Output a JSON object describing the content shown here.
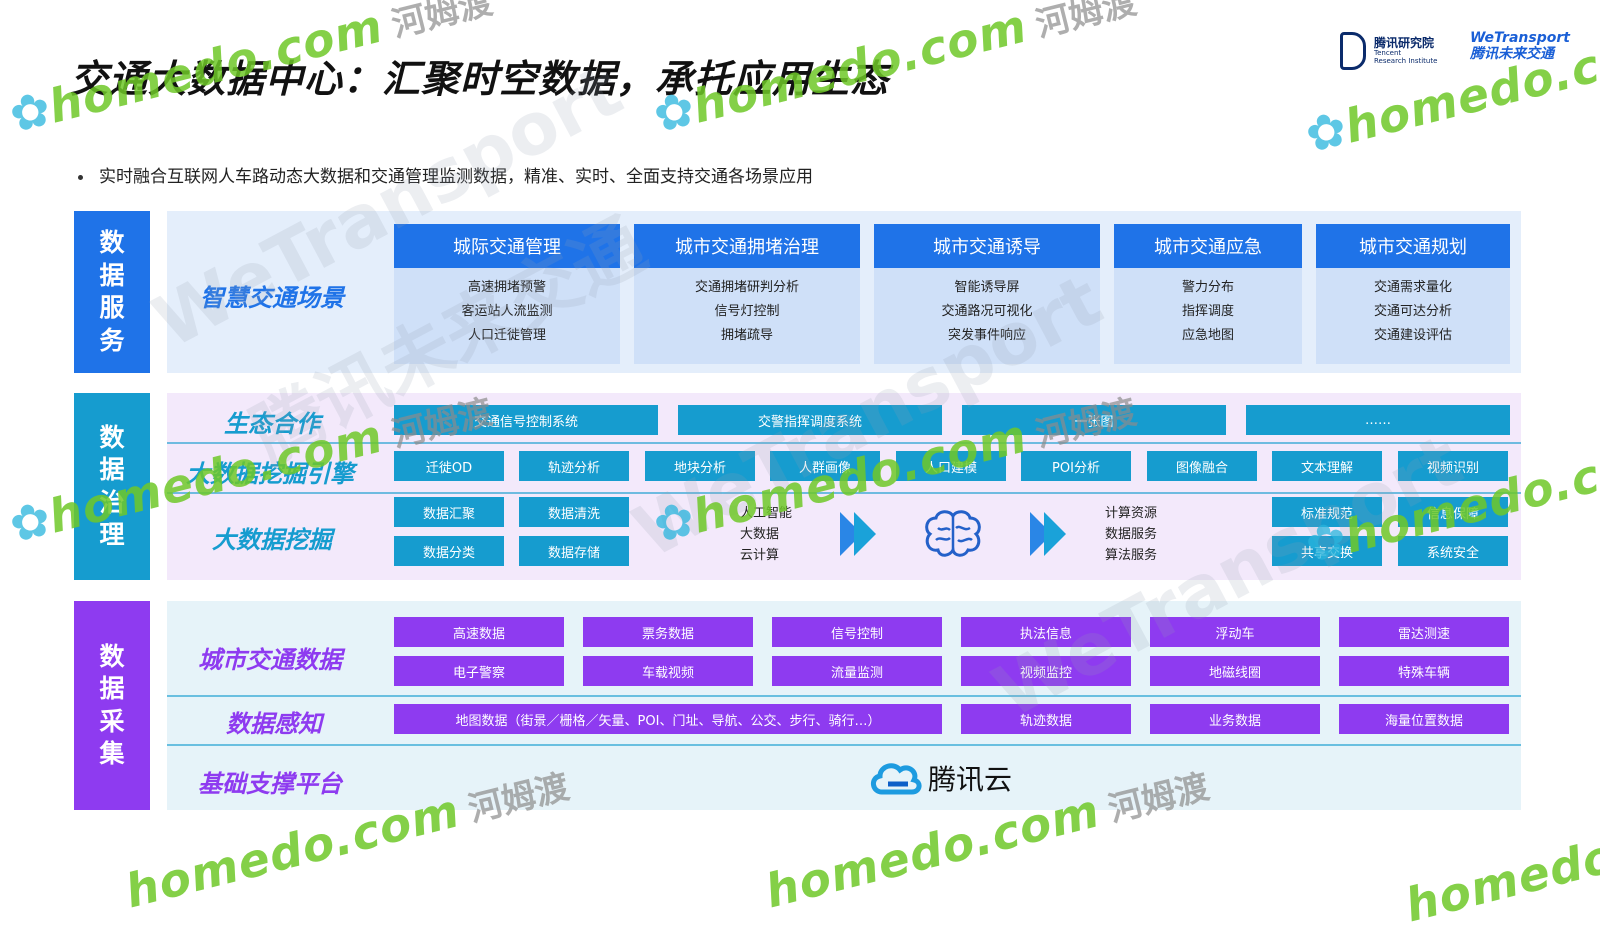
{
  "title": "交通大数据中心：汇聚时空数据，承托应用生态",
  "subtitle": "实时融合互联网人车路动态大数据和交通管理监测数据，精准、实时、全面支持交通各场景应用",
  "logos": {
    "tencent_ri_cn": "腾讯研究院",
    "tencent_ri_en1": "Tencent",
    "tencent_ri_en2": "Research Institute",
    "wetransport_en": "WeTransport",
    "wetransport_cn": "腾讯未来交通"
  },
  "layers": {
    "service": {
      "side": [
        "数",
        "据",
        "服",
        "务"
      ],
      "label": "智慧交通场景",
      "color": "#1f73e8",
      "scenes": [
        {
          "head": "城际交通管理",
          "items": [
            "高速拥堵预警",
            "客运站人流监测",
            "人口迁徙管理"
          ]
        },
        {
          "head": "城市交通拥堵治理",
          "items": [
            "交通拥堵研判分析",
            "信号灯控制",
            "拥堵疏导"
          ]
        },
        {
          "head": "城市交通诱导",
          "items": [
            "智能诱导屏",
            "交通路况可视化",
            "突发事件响应"
          ]
        },
        {
          "head": "城市交通应急",
          "items": [
            "警力分布",
            "指挥调度",
            "应急地图"
          ]
        },
        {
          "head": "城市交通规划",
          "items": [
            "交通需求量化",
            "交通可达分析",
            "交通建设评估"
          ]
        }
      ]
    },
    "governance": {
      "side": [
        "数",
        "据",
        "治",
        "理"
      ],
      "color": "#169ccf",
      "eco_label": "生态合作",
      "eco_items": [
        "交通信号控制系统",
        "交警指挥调度系统",
        "一张图",
        "……"
      ],
      "engine_label": "大数据挖掘引擎",
      "engine_items": [
        "迁徙OD",
        "轨迹分析",
        "地块分析",
        "人群画像",
        "人口建模",
        "POI分析",
        "图像融合",
        "文本理解",
        "视频识别"
      ],
      "mining_label": "大数据挖掘",
      "mining_left": [
        "数据汇聚",
        "数据清洗",
        "数据分类",
        "数据存储"
      ],
      "mining_mid_left": [
        "人工智能",
        "大数据",
        "云计算"
      ],
      "mining_mid_right": [
        "计算资源",
        "数据服务",
        "算法服务"
      ],
      "mining_right": [
        "标准规范",
        "信息保障",
        "共享交换",
        "系统安全"
      ]
    },
    "collection": {
      "side": [
        "数",
        "据",
        "采",
        "集"
      ],
      "color": "#8e3bf0",
      "city_label": "城市交通数据",
      "city_items": [
        "高速数据",
        "票务数据",
        "信号控制",
        "执法信息",
        "浮动车",
        "雷达测速",
        "电子警察",
        "车载视频",
        "流量监测",
        "视频监控",
        "地磁线圈",
        "特殊车辆"
      ],
      "sense_label": "数据感知",
      "sense_items": [
        "地图数据（街景／栅格／矢量、POI、门址、导航、公交、步行、骑行…）",
        "轨迹数据",
        "业务数据",
        "海量位置数据"
      ],
      "base_label": "基础支撑平台",
      "cloud": "腾讯云"
    }
  },
  "watermarks": {
    "homedo": "homedo.com",
    "hmd": "河姆渡",
    "big1": "WeTransport",
    "big2": "腾讯未来交通"
  }
}
